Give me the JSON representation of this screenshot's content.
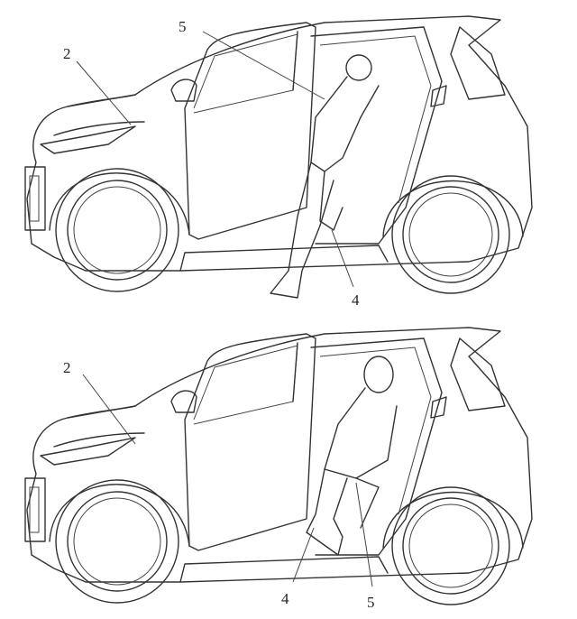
{
  "figures": [
    {
      "name": "exiting-vehicle",
      "labels": {
        "vehicle_body": "2",
        "person": "5",
        "floor": "4"
      }
    },
    {
      "name": "seated-in-vehicle",
      "labels": {
        "vehicle_body": "2",
        "floor": "4",
        "person": "5"
      }
    }
  ],
  "colors": {
    "line": "#333333",
    "background": "#ffffff"
  }
}
